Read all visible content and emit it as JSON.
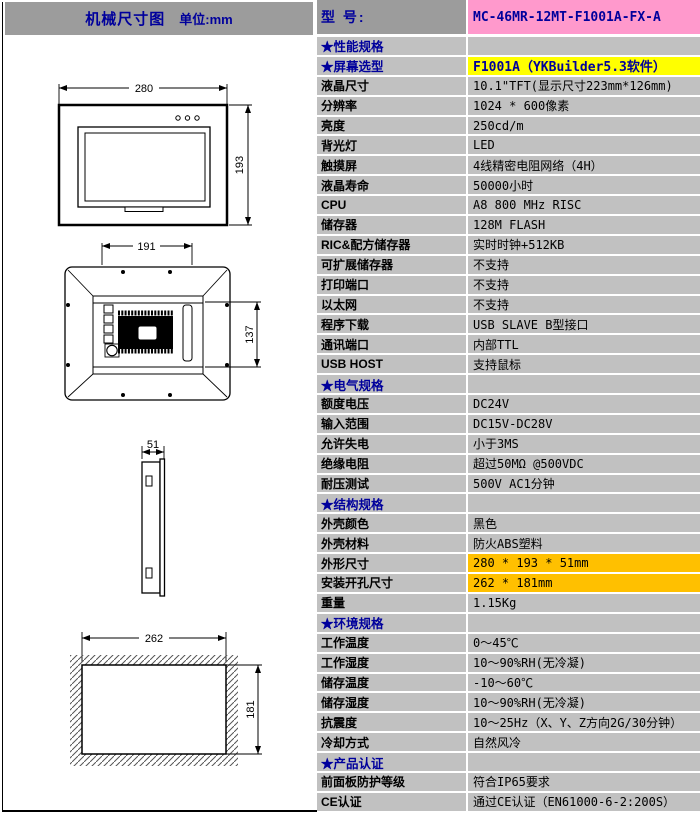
{
  "title_bar": {
    "title": "机械尺寸图",
    "unit": "单位:mm"
  },
  "model_row": {
    "label": "型  号:",
    "value": "MC-46MR-12MT-F1001A-FX-A"
  },
  "drawings": {
    "front": {
      "width": "280",
      "height": "193"
    },
    "back": {
      "width": "191",
      "height": "137"
    },
    "side": {
      "width": "51"
    },
    "cutout": {
      "width": "262",
      "height": "181"
    }
  },
  "colors": {
    "header_gray": "#9c9c9c",
    "cell_gray": "#c1c1c1",
    "model_pink": "#ff99cc",
    "highlight_yellow": "#ffff00",
    "highlight_gold": "#ffc000",
    "section_blue": "#00009c"
  },
  "rows": [
    {
      "label": "★性能规格",
      "value": "",
      "section": true
    },
    {
      "label": "★屏幕选型",
      "value": "F1001A（YKBuilder5.3软件）",
      "section": true,
      "vbg": "yellow"
    },
    {
      "label": "液晶尺寸",
      "value": "10.1\"TFT(显示尺寸223mm*126mm)"
    },
    {
      "label": "分辨率",
      "value": "1024 * 600像素"
    },
    {
      "label": "亮度",
      "value": "250cd/m"
    },
    {
      "label": "背光灯",
      "value": "LED"
    },
    {
      "label": "触摸屏",
      "value": "4线精密电阻网络（4H）"
    },
    {
      "label": "液晶寿命",
      "value": "50000小时"
    },
    {
      "label": "CPU",
      "value": "A8 800 MHz RISC"
    },
    {
      "label": "储存器",
      "value": "128M FLASH"
    },
    {
      "label": "RIC&配方储存器",
      "value": "实时时钟+512KB"
    },
    {
      "label": "可扩展储存器",
      "value": "不支持"
    },
    {
      "label": "打印端口",
      "value": "不支持"
    },
    {
      "label": "以太网",
      "value": "不支持"
    },
    {
      "label": "程序下载",
      "value": "USB SLAVE B型接口"
    },
    {
      "label": "通讯端口",
      "value": "内部TTL"
    },
    {
      "label": "USB HOST",
      "value": "支持鼠标"
    },
    {
      "label": "★电气规格",
      "value": "",
      "section": true
    },
    {
      "label": "额度电压",
      "value": "DC24V"
    },
    {
      "label": "输入范围",
      "value": "DC15V-DC28V"
    },
    {
      "label": "允许失电",
      "value": "小于3MS"
    },
    {
      "label": "绝缘电阻",
      "value": "超过50MΩ @500VDC"
    },
    {
      "label": "耐压测试",
      "value": "500V AC1分钟"
    },
    {
      "label": "★结构规格",
      "value": "",
      "section": true
    },
    {
      "label": "外壳颜色",
      "value": "黑色"
    },
    {
      "label": "外壳材料",
      "value": "防火ABS塑料"
    },
    {
      "label": "外形尺寸",
      "value": "280 * 193 * 51mm",
      "vbg": "gold"
    },
    {
      "label": "安装开孔尺寸",
      "value": "262 * 181mm",
      "vbg": "gold"
    },
    {
      "label": "重量",
      "value": "1.15Kg"
    },
    {
      "label": "★环境规格",
      "value": "",
      "section": true
    },
    {
      "label": "工作温度",
      "value": "0～45℃"
    },
    {
      "label": "工作湿度",
      "value": "10～90%RH(无冷凝)"
    },
    {
      "label": "储存温度",
      "value": "-10～60℃"
    },
    {
      "label": "储存湿度",
      "value": "10～90%RH(无冷凝)"
    },
    {
      "label": "抗震度",
      "value": "10～25Hz（X、Y、Z方向2G/30分钟）"
    },
    {
      "label": "冷却方式",
      "value": "自然风冷"
    },
    {
      "label": "★产品认证",
      "value": "",
      "section": true
    },
    {
      "label": "前面板防护等级",
      "value": "符合IP65要求"
    },
    {
      "label": "CE认证",
      "value": "通过CE认证（EN61000-6-2:200S）"
    }
  ]
}
